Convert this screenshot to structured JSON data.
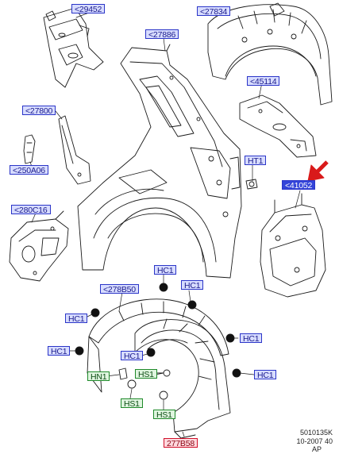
{
  "callouts": {
    "c29452": "<29452",
    "c27834": "<27834",
    "c27886": "<27886",
    "c45114": "<45114",
    "c27800": "<27800",
    "c250A06": "<250A06",
    "cHT1": "HT1",
    "c41052": "<41052",
    "c280C16": "<280C16",
    "c278B50": "<278B50",
    "cHC1_a": "HC1",
    "cHC1_b": "HC1",
    "cHC1_c": "HC1",
    "cHC1_d": "HC1",
    "cHC1_e": "HC1",
    "cHC1_f": "HC1",
    "cHC1_g": "HC1",
    "cHN1": "HN1",
    "cHS1_a": "HS1",
    "cHS1_b": "HS1",
    "cHS1_c": "HS1",
    "c277B58": "277B58"
  },
  "footer": {
    "code": "5010135K",
    "date": "10-2007 40",
    "suffix": "AP"
  },
  "colors": {
    "arrow": "#d91a1a",
    "line": "#1a1a1a"
  }
}
